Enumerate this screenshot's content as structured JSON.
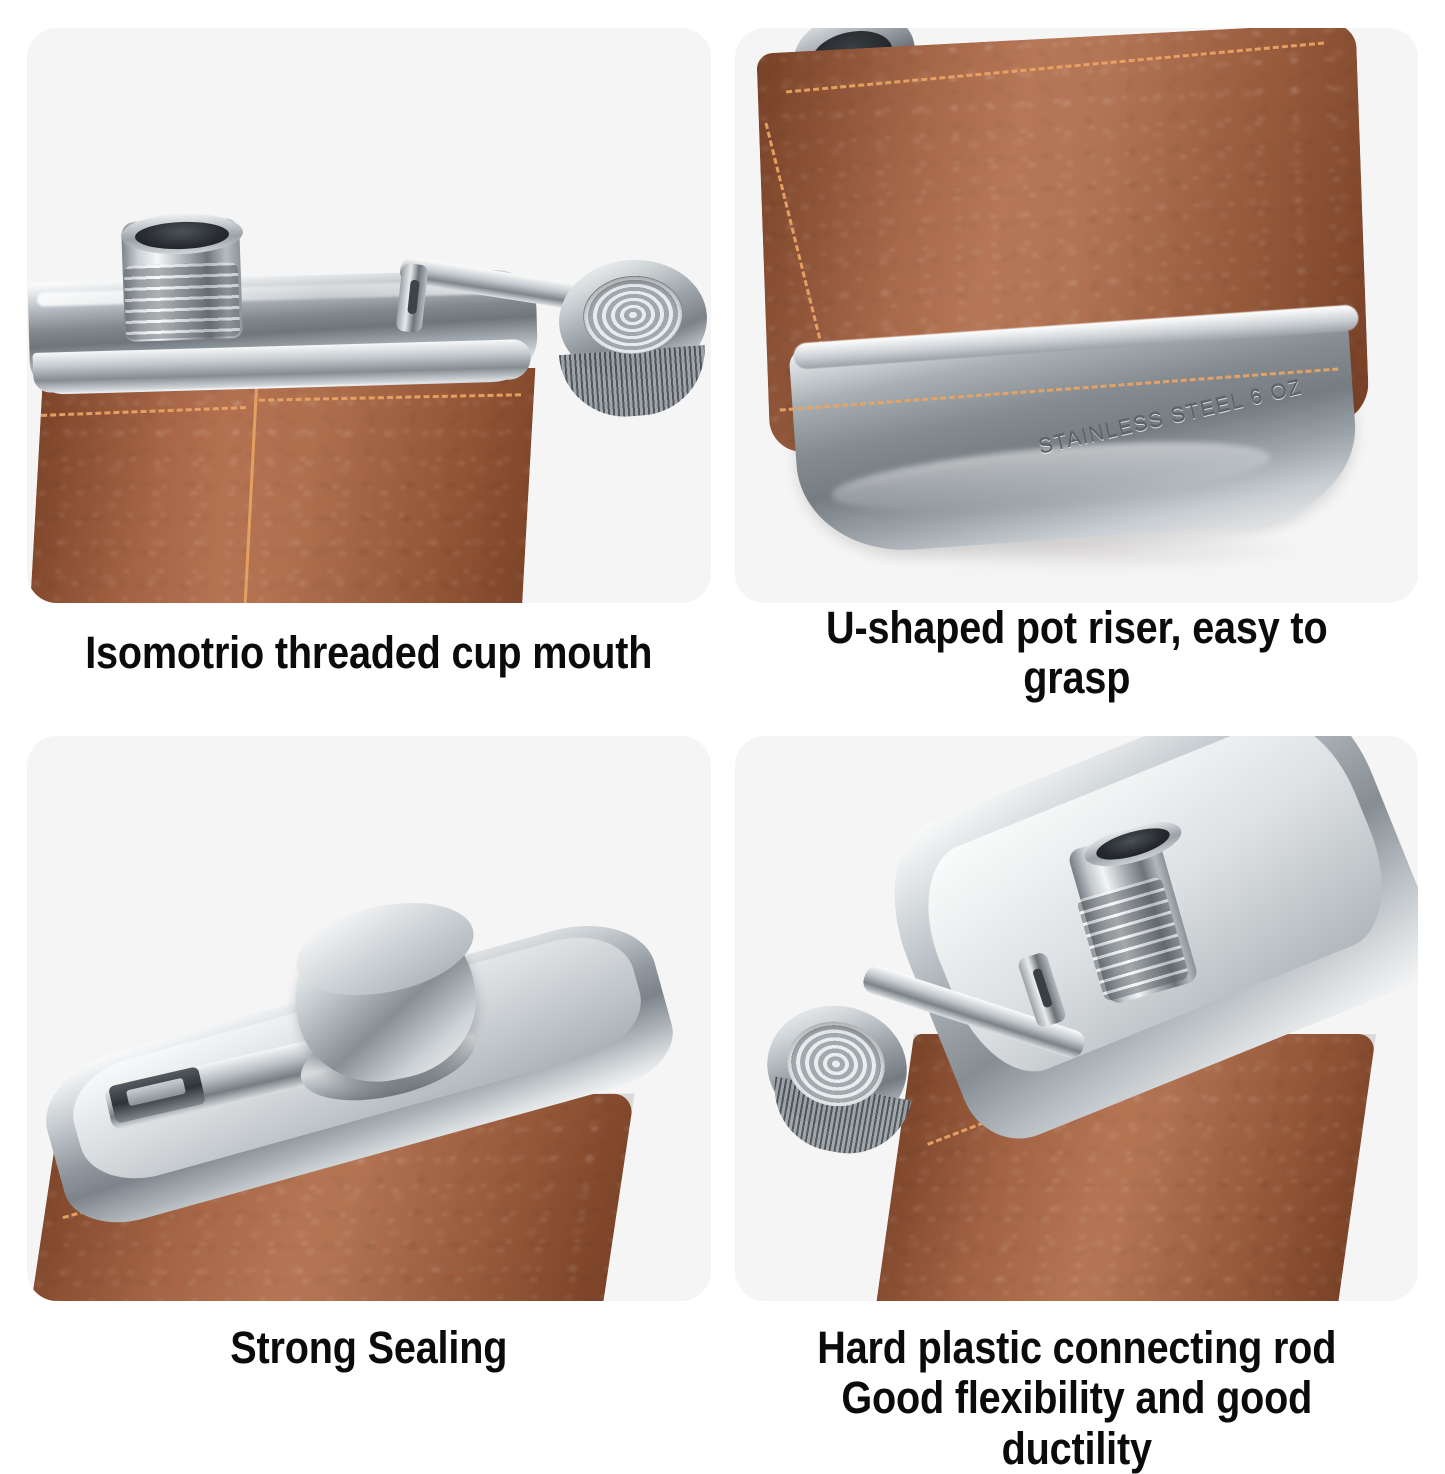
{
  "page": {
    "background_color": "#ffffff",
    "card_background_color": "#f5f5f5",
    "text_color": "#0b0b0b",
    "leather_color": "#a9613c",
    "stitch_color": "#e9a463",
    "chrome_color": "#b9bfc4"
  },
  "panels": [
    {
      "id": "threaded-cup-mouth",
      "caption": "Isomotrio threaded cup mouth",
      "photo_alt": "Close-up of flask top with threaded spout and hinged screw cap swung open"
    },
    {
      "id": "u-shaped-pot-riser",
      "caption": "U-shaped pot riser, easy to grasp",
      "photo_alt": "Underside of leather-wrapped flask showing polished stainless steel base",
      "engraving": "STAINLESS STEEL 6 OZ"
    },
    {
      "id": "strong-sealing",
      "caption": "Strong Sealing",
      "photo_alt": "Flask with screw cap closed and lever clip engaged"
    },
    {
      "id": "hard-plastic-connecting-rod",
      "caption": "Hard plastic connecting rod\nGood flexibility and good ductility",
      "photo_alt": "Flask with cap swung fully open on its hinged connecting rod"
    }
  ]
}
